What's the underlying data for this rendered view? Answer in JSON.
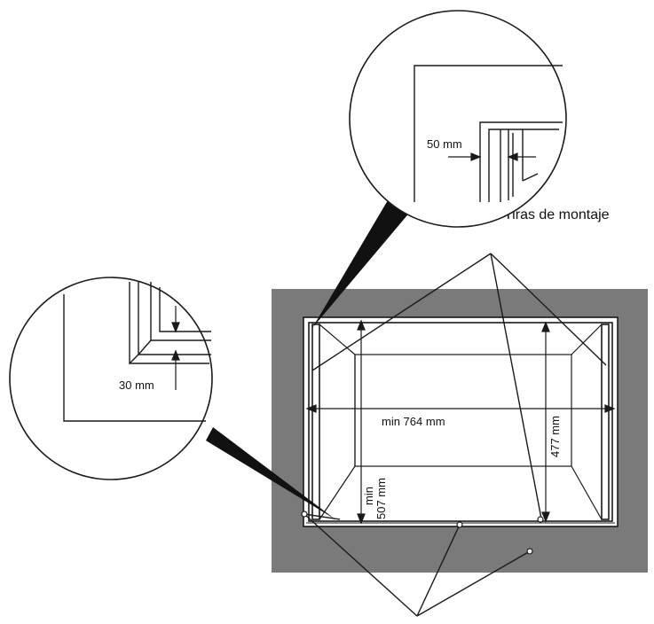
{
  "labels": {
    "detail_top_dimension": "50 mm",
    "detail_left_dimension": "30 mm",
    "mounting_strips": "Tiras de montaje",
    "width_dimension": "min 764 mm",
    "height_inner_dimension": "477 mm",
    "height_min_line1": "min",
    "height_min_line2": "507 mm"
  },
  "colors": {
    "wall": "#7a7a7a",
    "line": "#1a1a1a",
    "background": "#ffffff"
  }
}
